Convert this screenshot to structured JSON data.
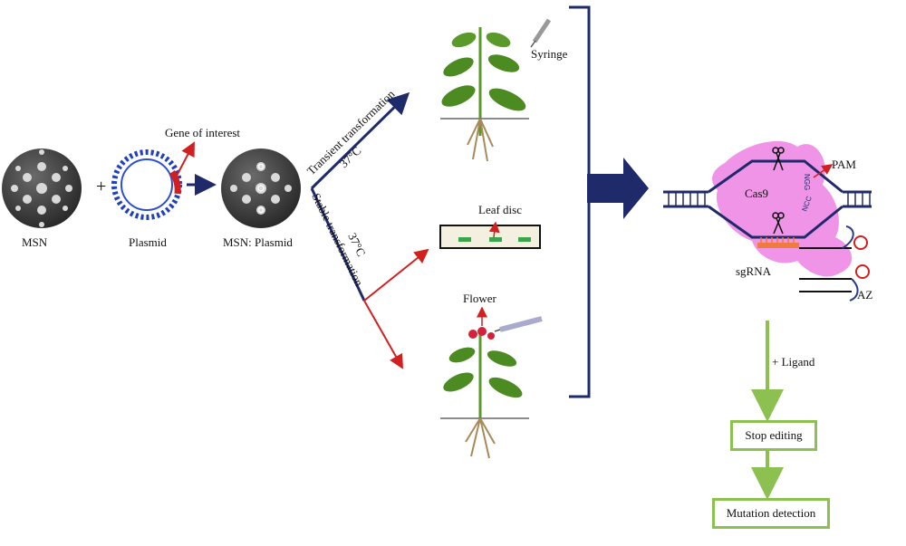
{
  "labels": {
    "msn": "MSN",
    "plasmid": "Plasmid",
    "msn_plasmid": "MSN: Plasmid",
    "gene_of_interest": "Gene of interest",
    "plus": "+",
    "transient": "Transient transformation",
    "stable": "Stable transformation",
    "temp_top": "37°C",
    "temp_bottom": "37°C",
    "syringe": "Syringe",
    "leaf_disc": "Leaf disc",
    "flower": "Flower",
    "pam": "PAM",
    "cas9": "Cas9",
    "sgrna": "sgRNA",
    "az": "AZ",
    "ngg": "NGG",
    "ncc": "NCC",
    "ligand": "+ Ligand",
    "stop_editing": "Stop editing",
    "mutation_detection": "Mutation detection"
  },
  "colors": {
    "navy": "#1f2a6b",
    "red": "#d21f1f",
    "green_arrow": "#8cc152",
    "cas9_pink": "#ee8ee6",
    "sphere_dark": "#3d3d3d",
    "plant_green": "#5a9a2a"
  }
}
